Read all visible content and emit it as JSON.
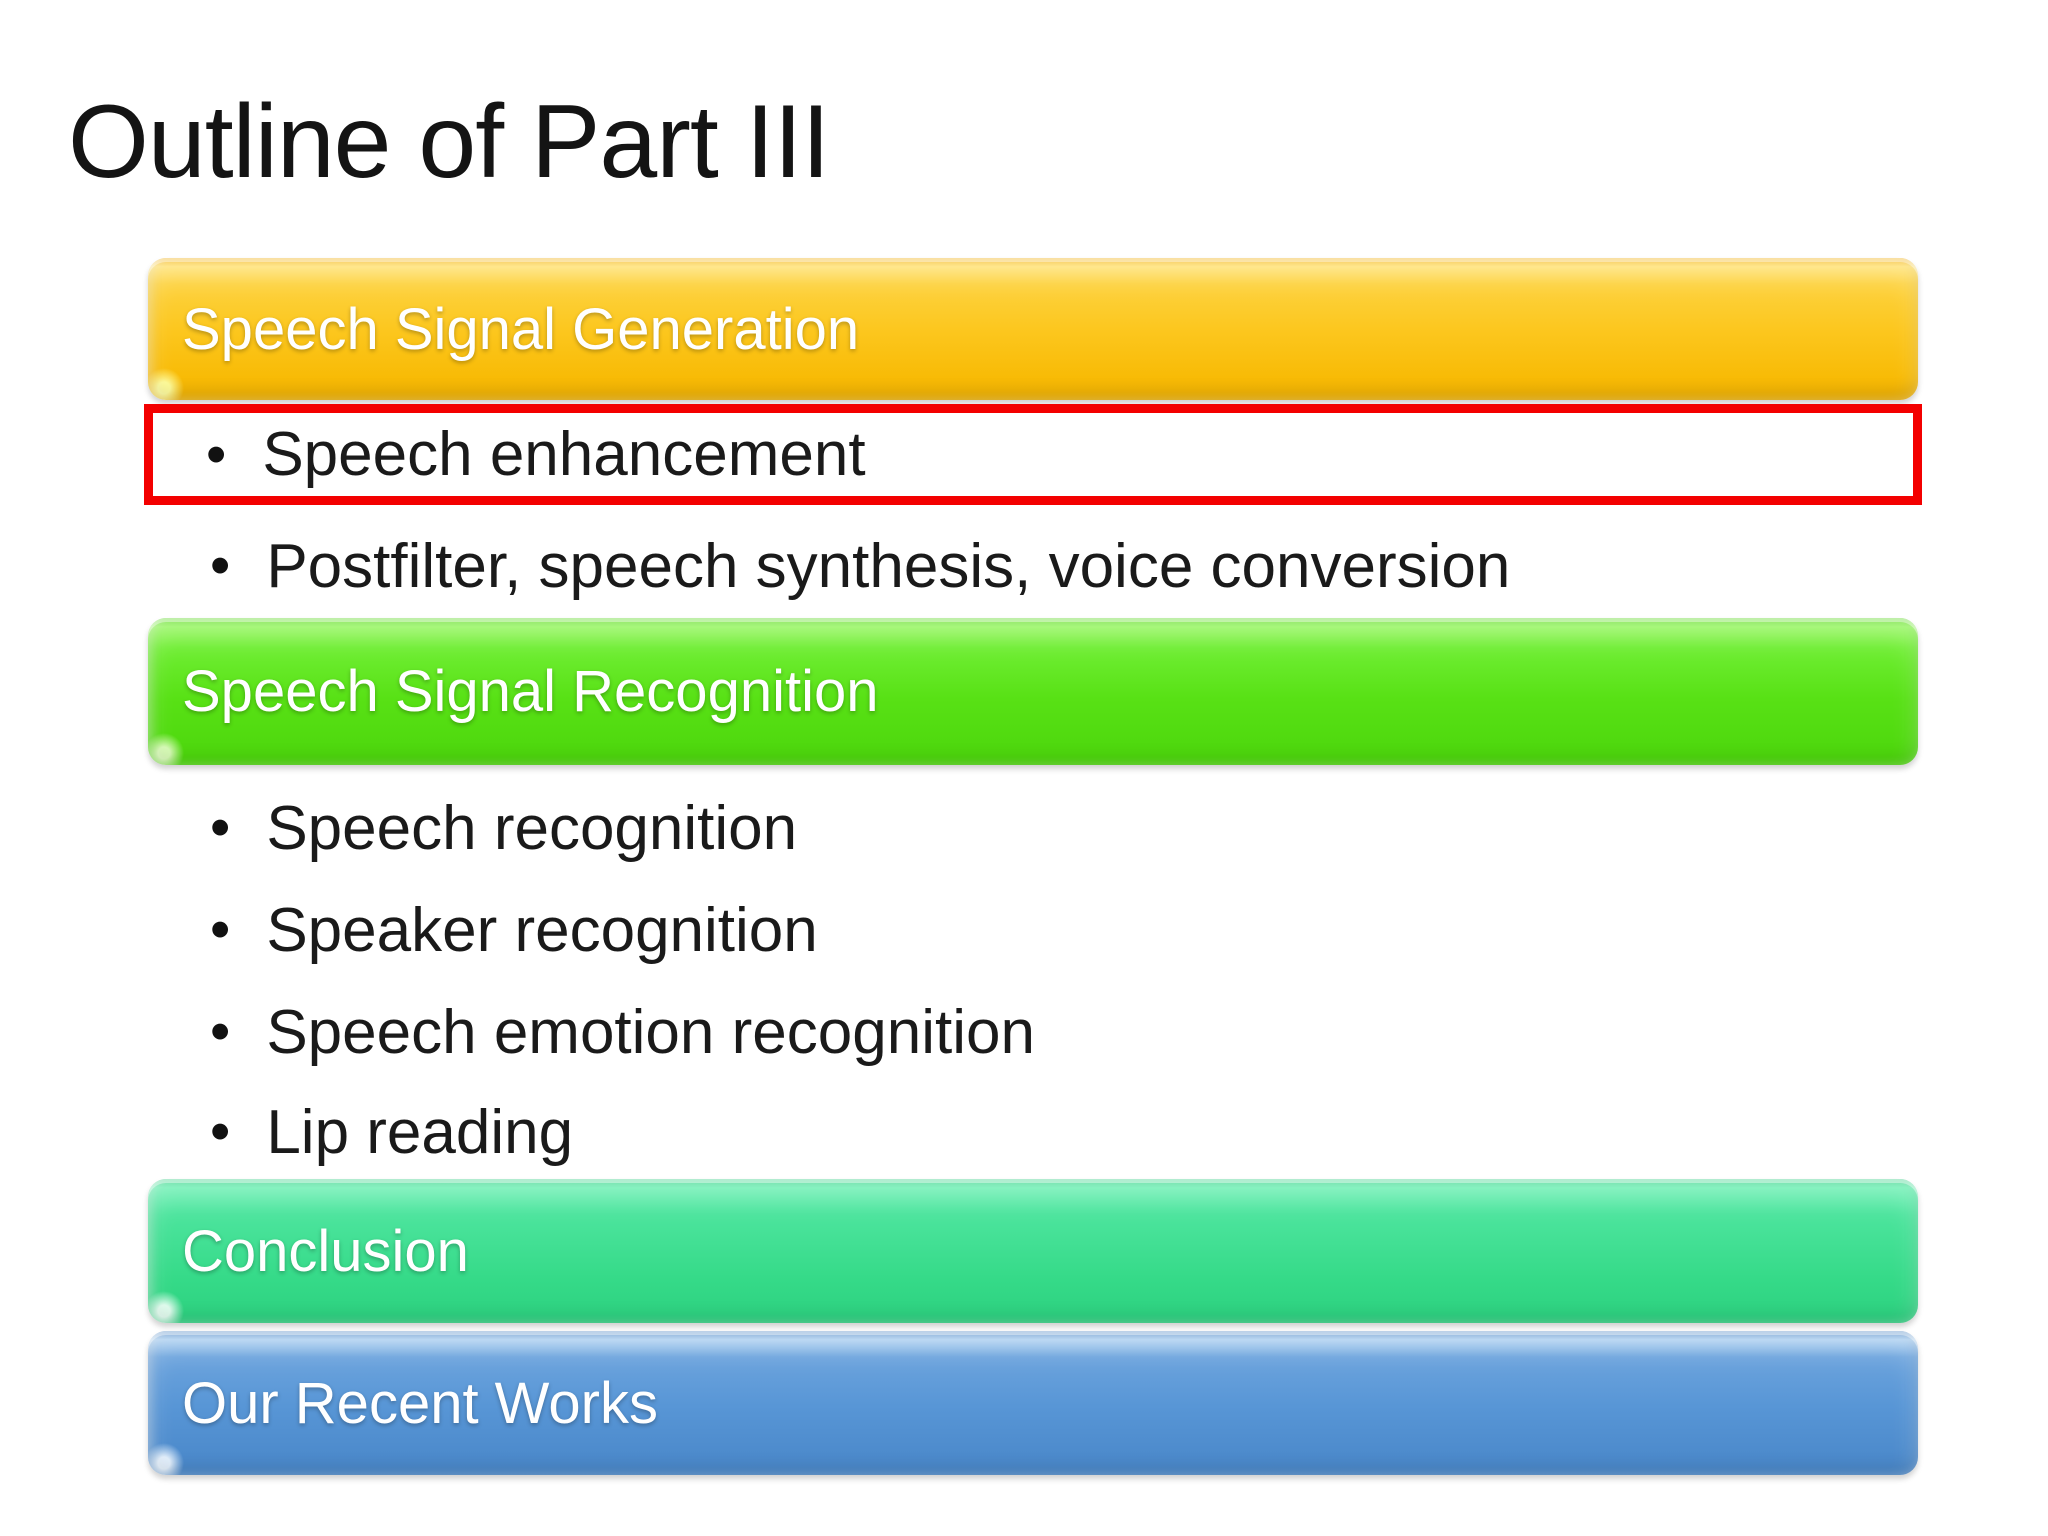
{
  "slide": {
    "title": "Outline of Part III",
    "bullet_glyph": "•",
    "sections": [
      {
        "id": "speech-signal-generation",
        "label": "Speech Signal Generation",
        "color": "#fcc71f",
        "bullets": [
          "Speech enhancement",
          "Postfilter, speech synthesis, voice conversion"
        ]
      },
      {
        "id": "speech-signal-recognition",
        "label": "Speech Signal Recognition",
        "color": "#58e115",
        "bullets": [
          "Speech recognition",
          "Speaker recognition",
          "Speech emotion recognition",
          "Lip reading"
        ]
      },
      {
        "id": "conclusion",
        "label": "Conclusion",
        "color": "#35da88",
        "bullets": []
      },
      {
        "id": "our-recent-works",
        "label": "Our Recent Works",
        "color": "#5896d6",
        "bullets": []
      }
    ],
    "annotation": {
      "shape": "rectangle-outline",
      "color": "#f30000",
      "highlighted_text": "Speech enhancement"
    }
  }
}
